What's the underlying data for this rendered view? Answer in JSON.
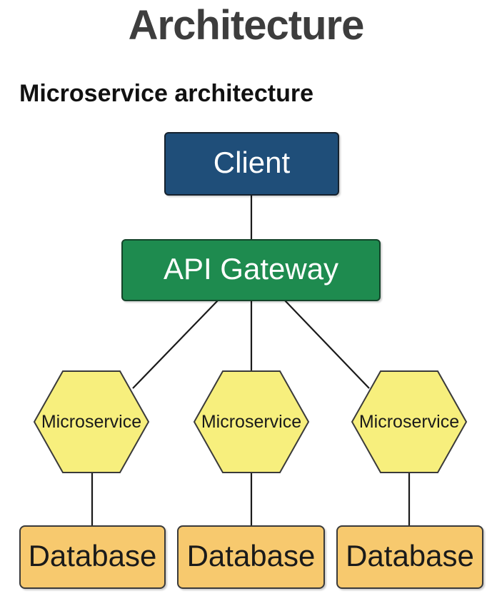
{
  "page": {
    "title": "Architecture",
    "subtitle": "Microservice architecture"
  },
  "colors": {
    "client_fill": "#1F4E79",
    "gateway_fill": "#1E8B4F",
    "microservice_fill": "#F7EF7D",
    "database_fill": "#F7C96E",
    "connector": "#1A1A1A",
    "title_text": "#3D3D3D",
    "label_light": "#FFFFFF",
    "label_dark": "#1A1A1A"
  },
  "diagram": {
    "client": {
      "label": "Client"
    },
    "gateway": {
      "label": "API Gateway"
    },
    "microservices": [
      {
        "label": "Microservice"
      },
      {
        "label": "Microservice"
      },
      {
        "label": "Microservice"
      }
    ],
    "databases": [
      {
        "label": "Database"
      },
      {
        "label": "Database"
      },
      {
        "label": "Database"
      }
    ]
  }
}
